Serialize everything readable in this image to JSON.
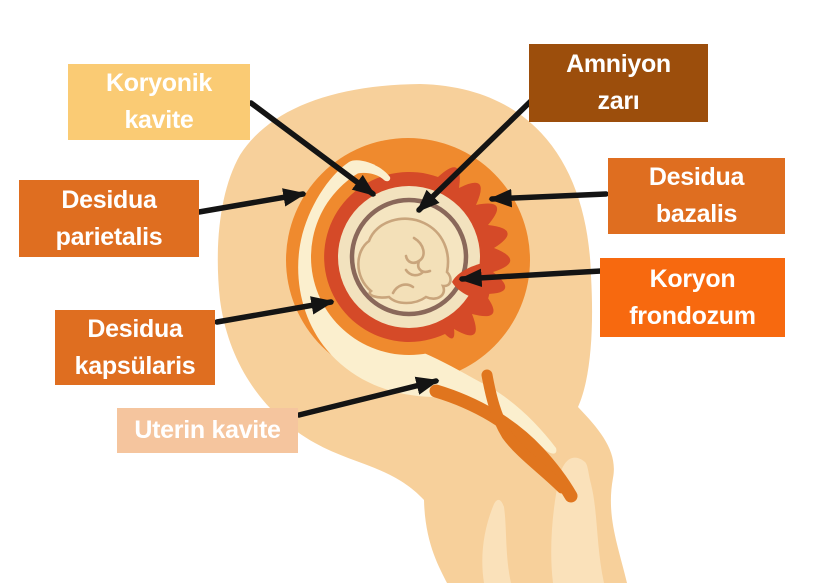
{
  "figure": {
    "type": "labeled-anatomy-diagram",
    "page_bg": "#FFFFFF"
  },
  "theme": {
    "label_text": "#FFFFFF",
    "arrow": "#141414"
  },
  "labels": {
    "koryonik_kavite": {
      "line1": "Koryonik",
      "line2": "kavite",
      "bg": "#FACB74"
    },
    "desidua_parietalis": {
      "line1": "Desidua",
      "line2": "parietalis",
      "bg": "#DF6E20"
    },
    "amniyon_zari": {
      "line1": "Amniyon",
      "line2": "zarı",
      "bg": "#9C4E0C"
    },
    "desidua_bazalis": {
      "line1": "Desidua",
      "line2": "bazalis",
      "bg": "#DF6E20"
    },
    "koryon_frondozum": {
      "line1": "Koryon",
      "line2": "frondozum",
      "bg": "#F7690F"
    },
    "desidua_kapsularis": {
      "line1": "Desidua",
      "line2": "kapsülaris",
      "bg": "#DF6E20"
    },
    "uterin_kavite": {
      "line1": "Uterin kavite",
      "bg": "#F5C59E"
    }
  },
  "arrows": [
    {
      "from": "koryonik_kavite",
      "points_to": "chorionic-cavity"
    },
    {
      "from": "desidua_parietalis",
      "points_to": "outer-decidua-wall"
    },
    {
      "from": "amniyon_zari",
      "points_to": "amnion-membrane"
    },
    {
      "from": "desidua_bazalis",
      "points_to": "decidua-basalis-wall"
    },
    {
      "from": "koryon_frondozum",
      "points_to": "chorionic-villi"
    },
    {
      "from": "desidua_kapsularis",
      "points_to": "decidua-capsularis-ring"
    },
    {
      "from": "uterin_kavite",
      "points_to": "uterine-cavity"
    }
  ],
  "illustration": {
    "colors": {
      "uterus_wall": "#F7D09B",
      "wall_highlight": "#FAE1BA",
      "decidua_orange": "#EF8A2E",
      "canal_dark_orange": "#E0751E",
      "uterine_cavity": "#FBEFCE",
      "chorion_red": "#D54A28",
      "chorionic_cavity": "#F2E2BE",
      "amnion_ring": "#8A685A",
      "amniotic_cavity": "#F5E5C1",
      "embryo_fill": "#F3E0B8",
      "embryo_line": "#C9A57C"
    }
  }
}
